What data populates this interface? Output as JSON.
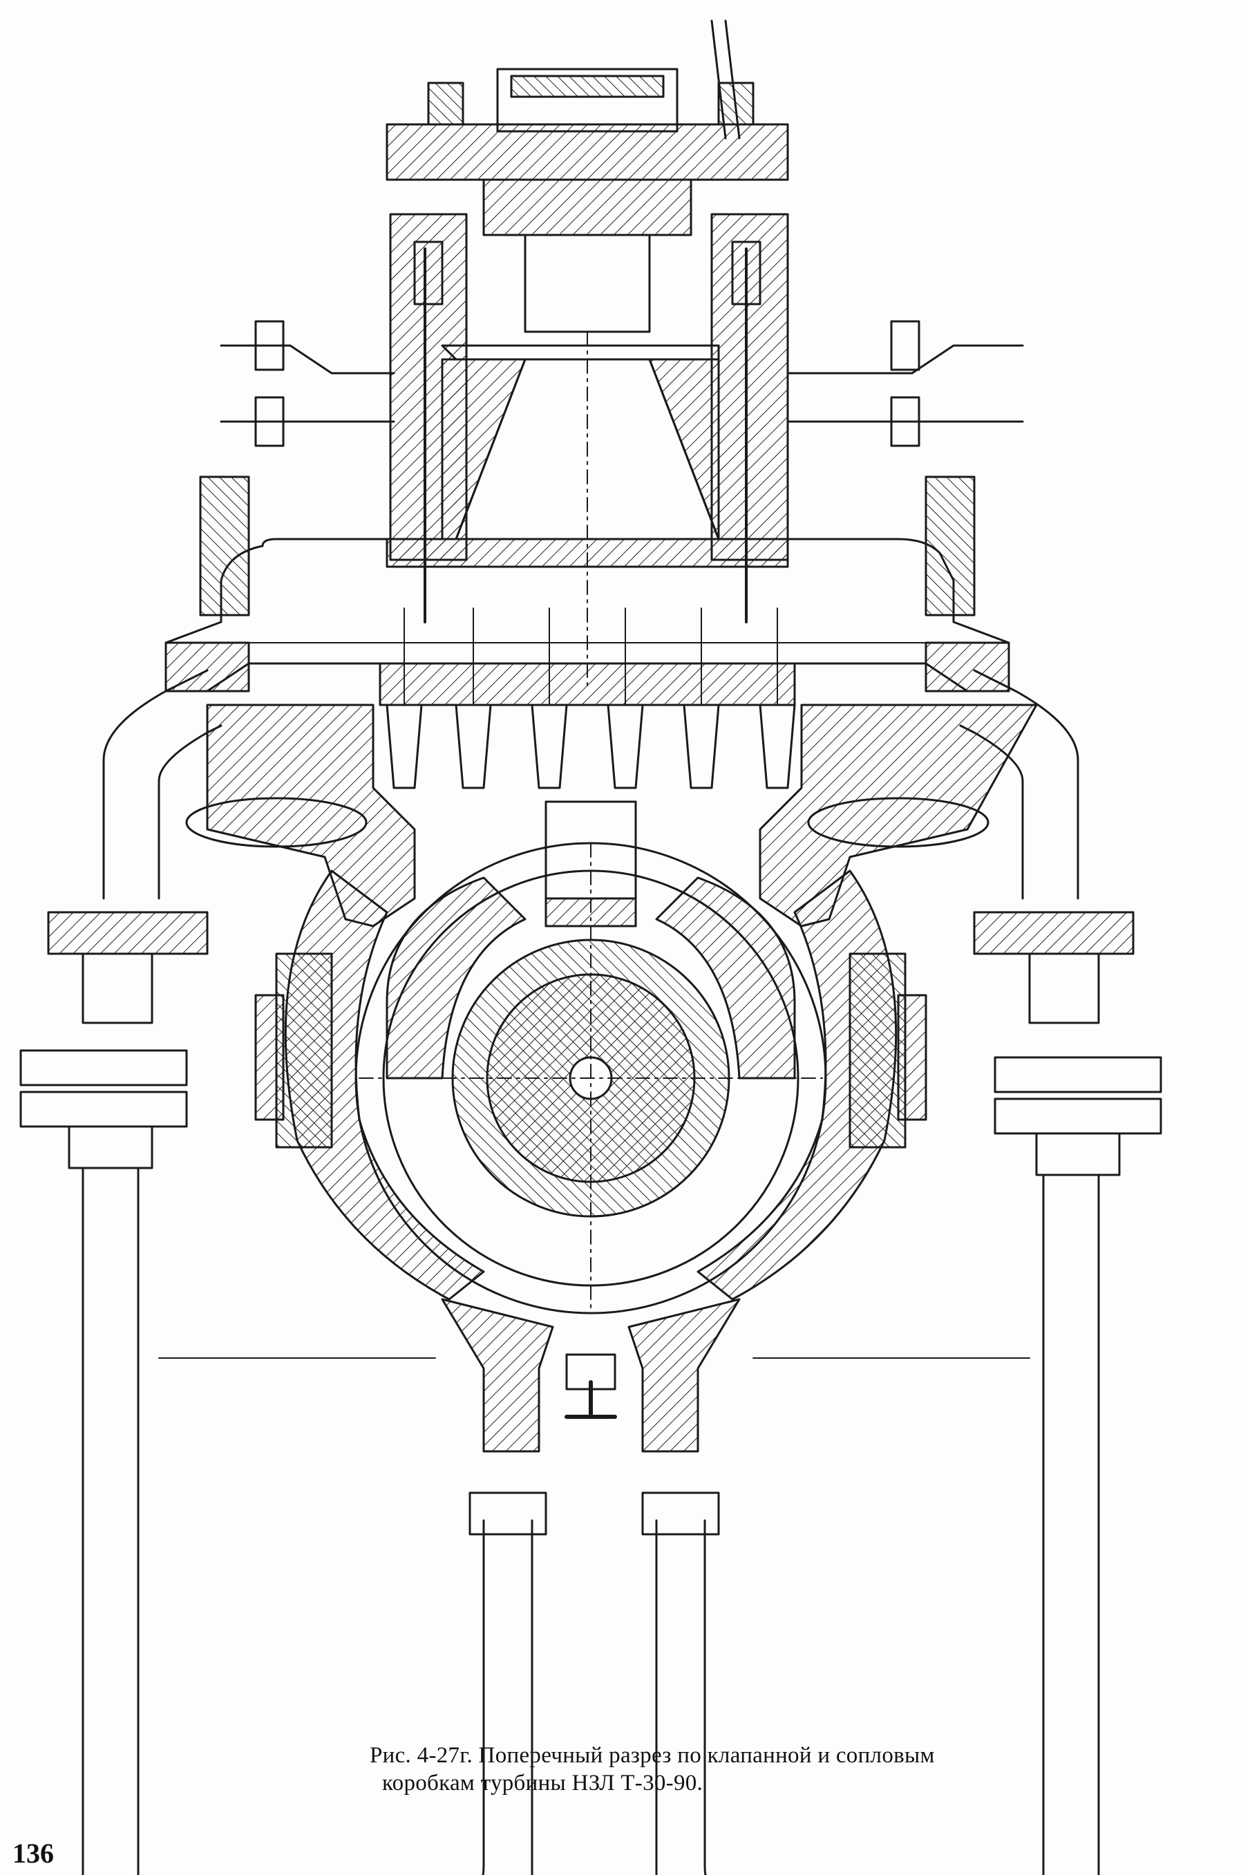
{
  "caption": {
    "line1": "Рис. 4-27г. Поперечный разрез по клапанной и сопловым",
    "line2": "коробкам турбины НЗЛ Т-30-90."
  },
  "page_number": "136",
  "colors": {
    "ink": "#1a1a1a",
    "paper": "#fdfdfb"
  }
}
